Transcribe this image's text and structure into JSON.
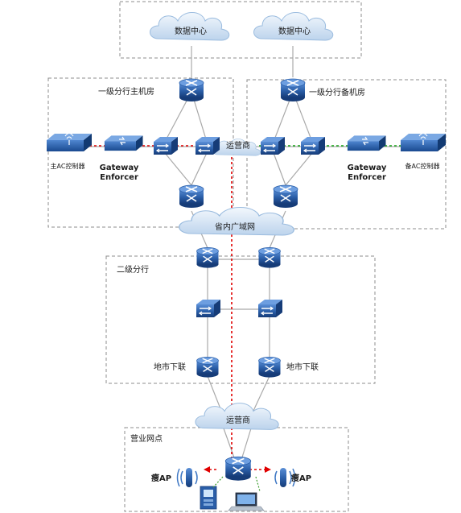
{
  "labels": {
    "dc_left": "数据中心",
    "dc_right": "数据中心",
    "primary_room": "一级分行主机房",
    "backup_room": "一级分行备机房",
    "operator_top": "运营商",
    "primary_ac": "主AC控制器",
    "backup_ac": "备AC控制器",
    "gw_left_line1": "Gateway",
    "gw_left_line2": "Enforcer",
    "gw_right_line1": "Gateway",
    "gw_right_line2": "Enforcer",
    "provincial_wan": "省内广域网",
    "second_branch": "二级分行",
    "city_link_left": "地市下联",
    "city_link_right": "地市下联",
    "operator_bottom": "运营商",
    "outlet": "营业网点",
    "thin_ap_left": "瘦AP",
    "thin_ap_right": "瘦AP"
  },
  "colors": {
    "device_blue": "#2a5ea8",
    "cloud": "#cfe0f2",
    "red_path": "#e00000",
    "green_path": "#17a317"
  },
  "icons": {
    "router": "router-icon",
    "switch": "switch-icon",
    "cloud": "cloud-icon",
    "controller": "wireless-controller-icon",
    "firewall": "gateway-firewall-icon",
    "access_point": "access-point-icon",
    "atm": "atm-terminal-icon",
    "laptop": "laptop-icon"
  }
}
